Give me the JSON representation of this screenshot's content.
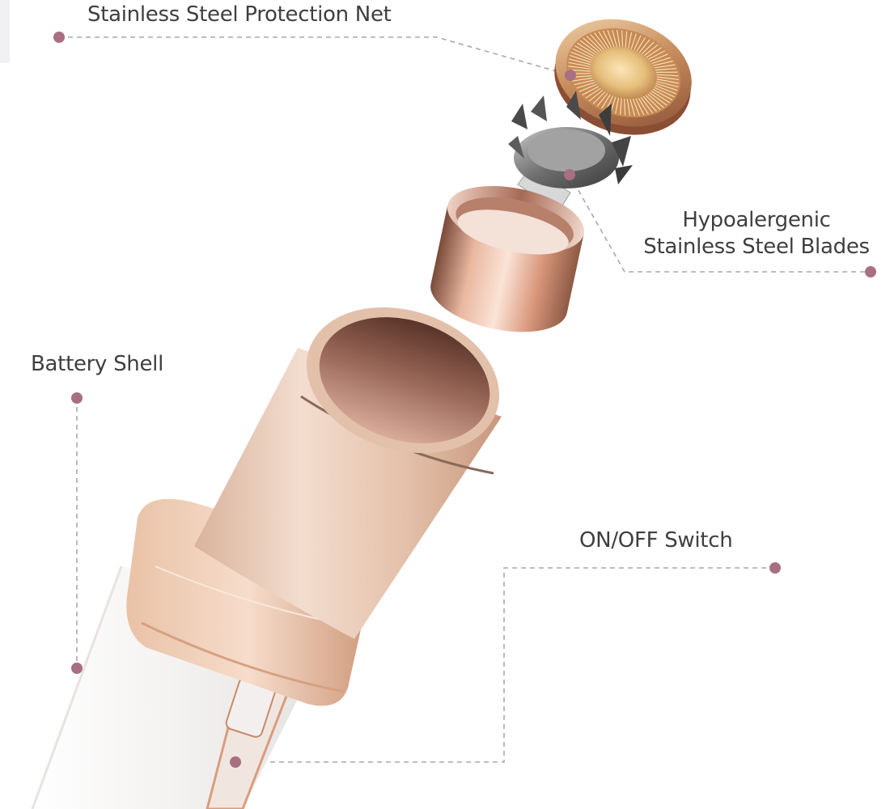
{
  "callouts": {
    "protection_net": "Stainless Steel Protection Net",
    "blades_line1": "Hypoalergenic",
    "blades_line2": "Stainless Steel Blades",
    "battery_shell": "Battery Shell",
    "switch": "ON/OFF Switch"
  },
  "colors": {
    "leader_line": "#a9a9a9",
    "marker_dot": "#a86f83",
    "rose_gold": "#e6c0a3",
    "copper": "#b0745c",
    "gold": "#d9b26e",
    "white_body": "#f7f5f4"
  }
}
